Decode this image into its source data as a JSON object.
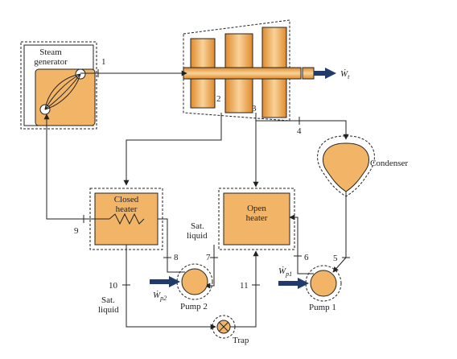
{
  "components": {
    "steam_generator": "Steam generator",
    "closed_heater": "Closed heater",
    "open_heater": "Open heater",
    "condenser": "Condenser",
    "pump1": "Pump 1",
    "pump2": "Pump 2",
    "trap": "Trap"
  },
  "labels": {
    "sat_liquid_1": "Sat. liquid",
    "sat_liquid_2": "Sat. liquid",
    "wt_sym": "Ẇ",
    "wt_sub": "t",
    "wp1_sym": "Ẇ",
    "wp1_sub": "p1",
    "wp2_sym": "Ẇ",
    "wp2_sub": "p2"
  },
  "states": [
    "1",
    "2",
    "3",
    "4",
    "5",
    "6",
    "7",
    "8",
    "9",
    "10",
    "11"
  ],
  "colors": {
    "component_fill": "#f2b567",
    "turbine_light": "#f6cc8a",
    "turbine_dark": "#e08a2c",
    "line": "#222222",
    "arrow_fill": "#1f3a6b"
  }
}
